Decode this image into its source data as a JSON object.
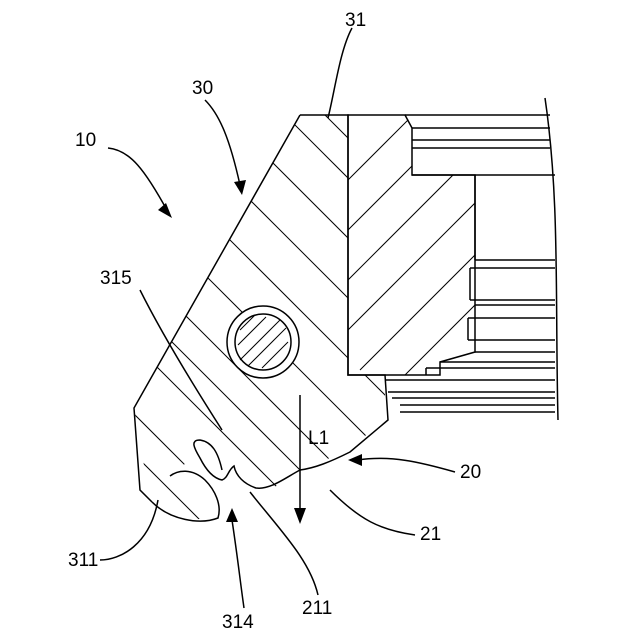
{
  "figure": {
    "labels": {
      "l10": "10",
      "l30": "30",
      "l31": "31",
      "l315": "315",
      "l20": "20",
      "l21": "21",
      "l311": "311",
      "l314": "314",
      "l211": "211",
      "lL1": "L1"
    },
    "colors": {
      "ink": "#000000",
      "paper": "#ffffff"
    }
  }
}
